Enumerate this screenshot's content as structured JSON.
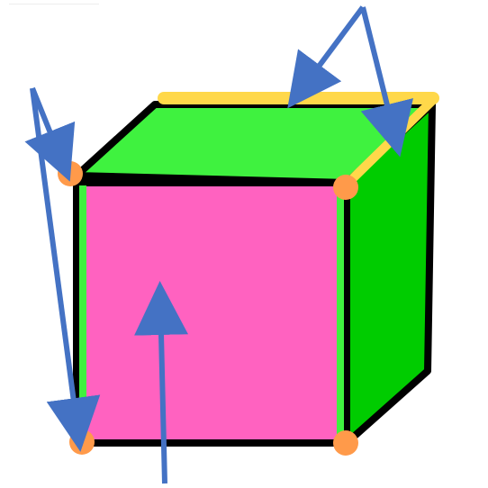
{
  "diagram": {
    "subject": "cube",
    "colors": {
      "background": "#ffffff",
      "front_face": "#ff62c0",
      "top_face": "#3ff23f",
      "side_face": "#00cc00",
      "edge_outline": "#000000",
      "highlight_edge": "#ffd84a",
      "vertex_marker": "#ff9a4a",
      "arrow": "#4472c4"
    },
    "shapes": {
      "faces": [
        "front-face",
        "top-face",
        "side-face"
      ],
      "vertex_count": 4,
      "highlighted_edges": 2,
      "arrows": 5
    },
    "icons": {
      "vertex": "circle-marker",
      "arrow": "arrow-icon"
    }
  }
}
